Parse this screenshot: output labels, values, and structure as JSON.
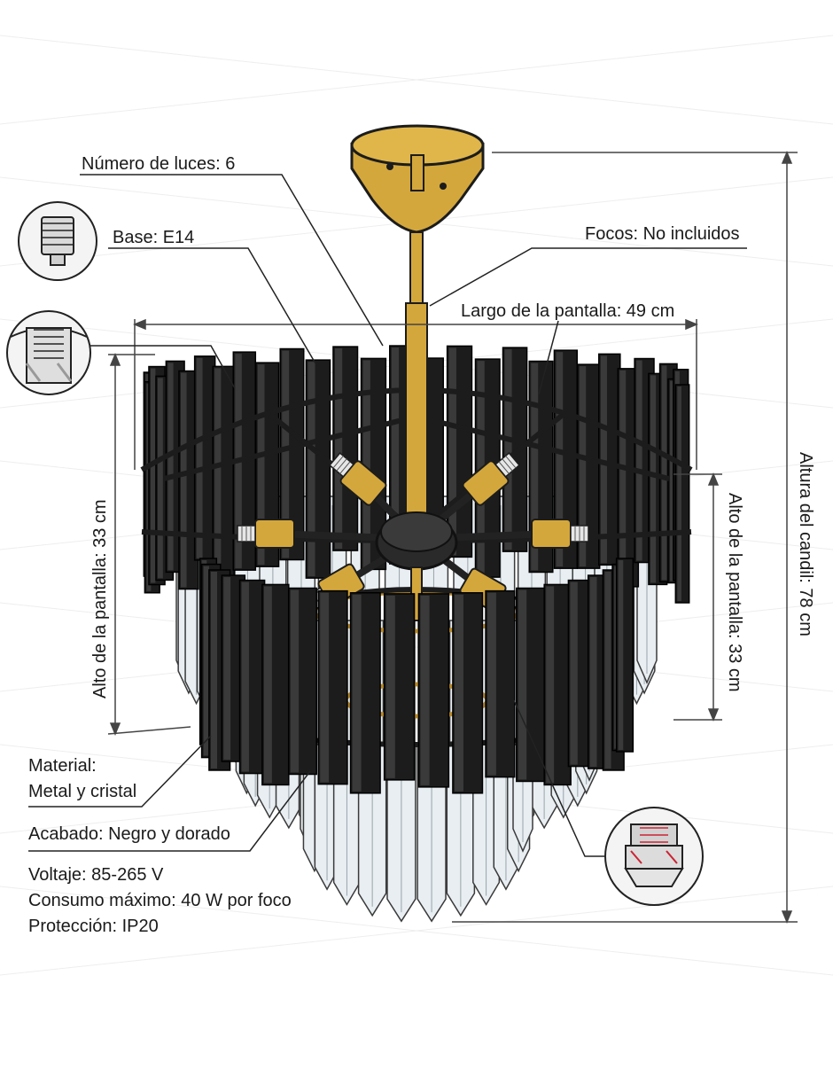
{
  "labels": {
    "num_lights": "Número de luces: 6",
    "base": "Base: E14",
    "bulbs": "Focos: No incluidos",
    "shade_length": "Largo de la pantalla: 49 cm",
    "shade_height_left": "Alto de la pantalla: 33 cm",
    "shade_height_right": "Alto de la pantalla: 33 cm",
    "total_height": "Altura del candil: 78 cm",
    "material_line1": "Material:",
    "material_line2": "Metal y cristal",
    "finish": "Acabado: Negro y dorado",
    "voltage": "Voltaje: 85-265 V",
    "max_power": "Consumo máximo: 40 W por foco",
    "protection": "Protección: IP20"
  },
  "icons": [
    "e14-socket-detail-icon",
    "socket-cutaway-icon",
    "socket-section-icon"
  ],
  "colors": {
    "black": "#1c1c1c",
    "gold": "#d4a73c",
    "gold_dark": "#a67c1f",
    "crystal": "#e8eef2",
    "line": "#333333"
  }
}
